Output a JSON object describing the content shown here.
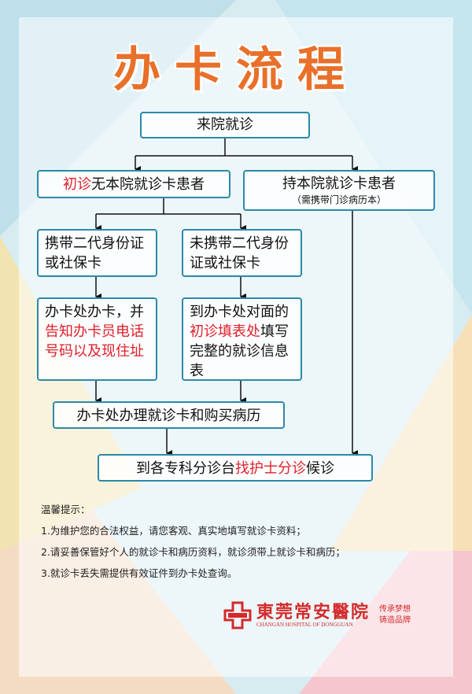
{
  "title": "办卡流程",
  "colors": {
    "accent": "#e8702a",
    "red": "#e0202a",
    "border": "#2a8aa8"
  },
  "flow": {
    "start": "来院就诊",
    "first_visit": {
      "red": "初诊",
      "rest": "无本院就诊卡患者"
    },
    "has_card": {
      "label": "持本院就诊卡患者",
      "note": "（需携带门诊病历本）"
    },
    "with_id": "携带二代身份证或社保卡",
    "without_id": "未携带二代身份证或社保卡",
    "card_office": {
      "a": "办卡处办卡，",
      "b": "并",
      "red": "告知办卡员电话号码以及现住址"
    },
    "fill_form": {
      "a": "到办卡处对面的",
      "red": "初诊填表处",
      "b": "填写完整的就诊信息表"
    },
    "process": "办卡处办理就诊卡和购买病历",
    "final": {
      "a": "到各专科分诊台",
      "red": "找护士分诊",
      "b": "候诊"
    }
  },
  "tips": {
    "heading": "温馨提示：",
    "items": [
      "1.为维护您的合法权益，请您客观、真实地填写就诊卡资料；",
      "2.请妥善保管好个人的就诊卡和病历资料，就诊须带上就诊卡和病历；",
      "3.就诊卡丢失需提供有效证件到办卡处查询。"
    ]
  },
  "logo": {
    "name": "東莞常安醫院",
    "english": "CHANGAN HOSPITAL OF DONGGUAN",
    "slogan1": "传承梦想",
    "slogan2": "铸造品牌"
  }
}
